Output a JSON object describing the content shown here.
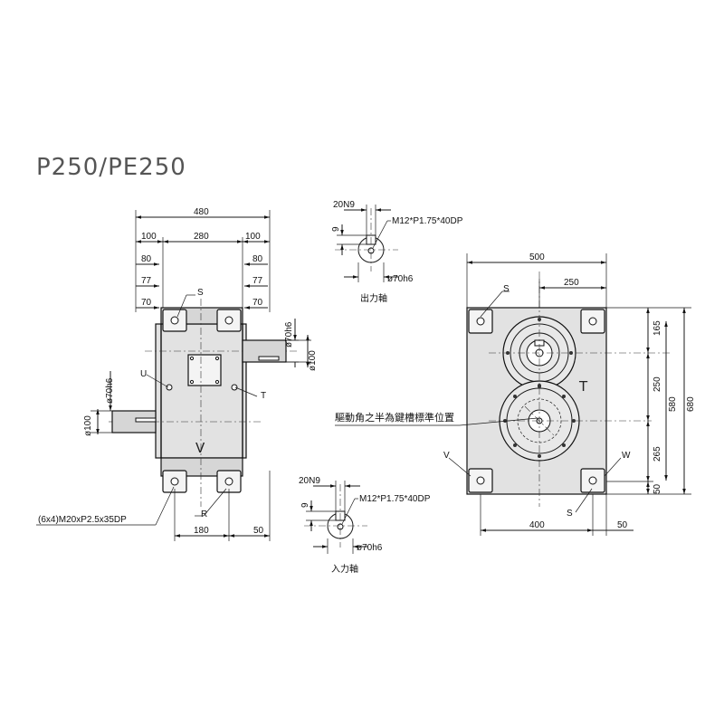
{
  "title": "P250/PE250",
  "front_view": {
    "dims_top": {
      "overall": "480",
      "left": "100",
      "center": "280",
      "right": "100"
    },
    "dims_side": {
      "a_left": "80",
      "a_right": "80",
      "b_left": "77",
      "b_right": "77",
      "c_left": "70",
      "c_right": "70"
    },
    "dims_bottom": {
      "span": "180",
      "edge": "50"
    },
    "shaft_right": {
      "d1": "ø70h6",
      "d2": "ø100"
    },
    "shaft_left": {
      "d1": "ø70h6",
      "d2": "ø100"
    },
    "labels": {
      "S": "S",
      "U": "U",
      "T": "T",
      "V": "V",
      "R": "R"
    },
    "bolt_note": "(6x4)M20xP2.5x35DP"
  },
  "output_detail": {
    "keyway": "20N9",
    "depth": "9",
    "thread": "M12*P1.75*40DP",
    "diameter": "ø70h6",
    "caption": "出力軸"
  },
  "input_detail": {
    "keyway": "20N9",
    "depth": "9",
    "thread": "M12*P1.75*40DP",
    "diameter": "ø70h6",
    "caption": "入力軸"
  },
  "side_view": {
    "dims_top": {
      "overall": "500",
      "half": "250"
    },
    "dims_right": {
      "d165": "165",
      "d250": "250",
      "d580": "580",
      "d680": "680",
      "d265": "265",
      "d50": "50"
    },
    "dims_bottom": {
      "span": "400",
      "edge": "50"
    },
    "labels": {
      "S_top": "S",
      "T": "T",
      "V": "V",
      "W": "W",
      "S_bottom": "S"
    },
    "note": "驅動角之半為鍵槽標準位置"
  }
}
